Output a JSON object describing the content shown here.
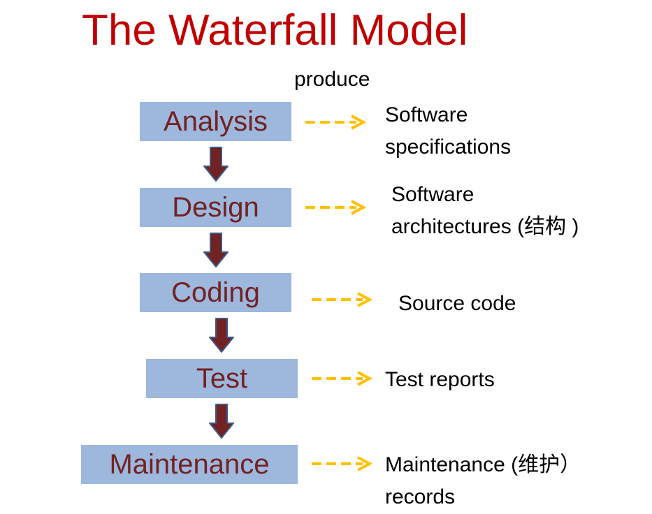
{
  "title": "The Waterfall Model",
  "produce_label": "produce",
  "phases": [
    {
      "label": "Analysis",
      "output": [
        "Software",
        "specifications"
      ]
    },
    {
      "label": "Design",
      "output": [
        "Software",
        "architectures (结构 )"
      ]
    },
    {
      "label": "Coding",
      "output": [
        "Source code"
      ]
    },
    {
      "label": "Test",
      "output": [
        "Test reports"
      ]
    },
    {
      "label": "Maintenance",
      "output": [
        "Maintenance (维护）",
        "records"
      ]
    }
  ],
  "colors": {
    "title": "#c00000",
    "box_fill": "#9db7dd",
    "box_text": "#722222",
    "down_arrow": "#722222",
    "down_arrow_outline": "#3b5a88",
    "dashed_arrow": "#ffc000"
  },
  "icons": {
    "down_arrow": "down-arrow-icon",
    "produce_arrow": "dashed-right-arrow-icon"
  }
}
